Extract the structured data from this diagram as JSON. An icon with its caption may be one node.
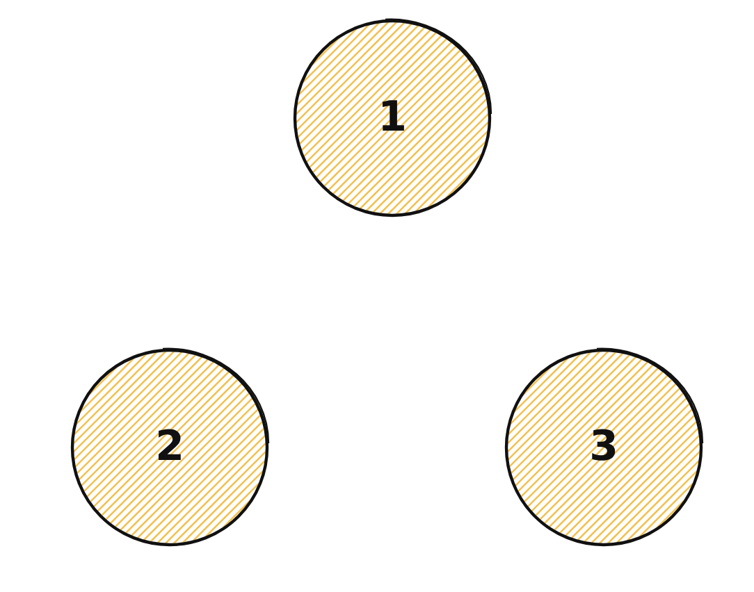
{
  "diagram": {
    "nodes": [
      {
        "text": [
          "1"
        ]
      },
      {
        "text": [
          "2"
        ]
      },
      {
        "text": [
          "3"
        ]
      }
    ],
    "edges": []
  }
}
